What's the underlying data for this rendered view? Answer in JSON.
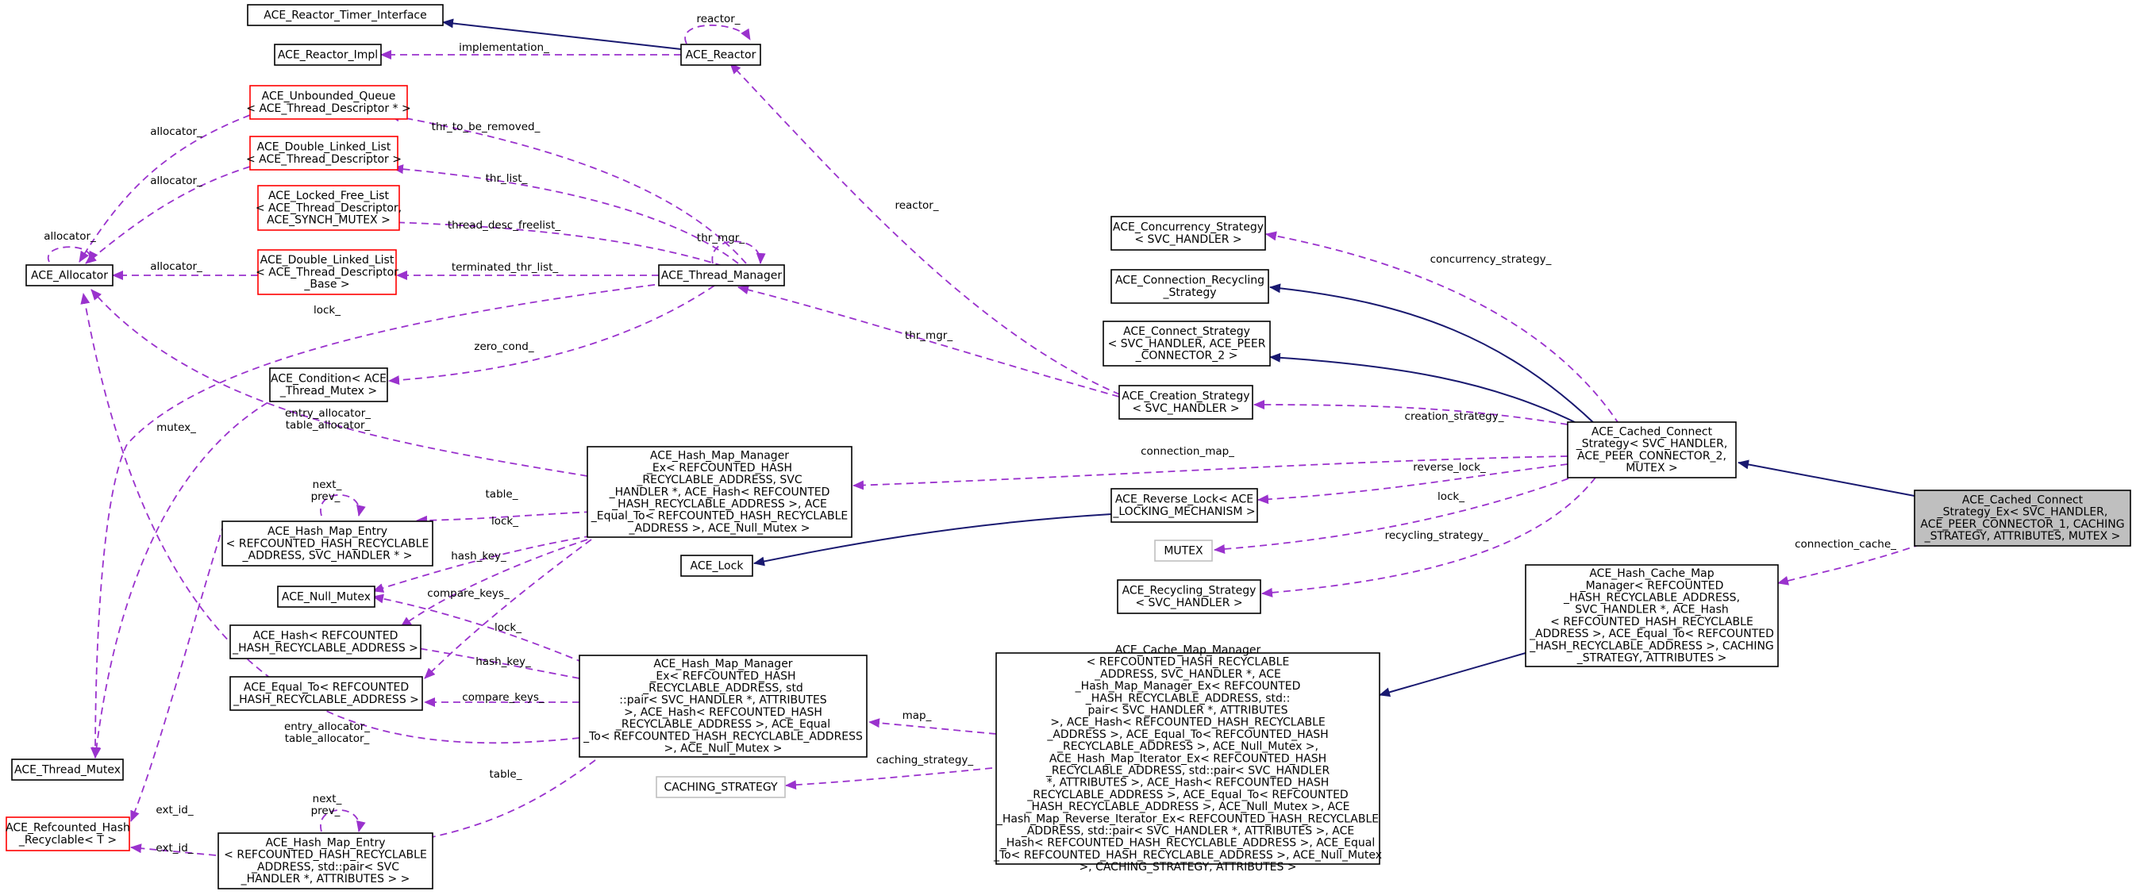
{
  "colors": {
    "node_border": "#000000",
    "template_border": "#ff0000",
    "external_border": "#bfbfbf",
    "focus_fill": "#bfbfbf",
    "inherit_edge": "#191970",
    "usage_edge": "#9a32cd"
  },
  "nodes": [
    {
      "id": "timer_iface",
      "name": "ACE_Reactor_Timer_Interface",
      "lines": [
        "ACE_Reactor_Timer_Interface"
      ],
      "style": "normal"
    },
    {
      "id": "reactor_impl",
      "name": "ACE_Reactor_Impl",
      "lines": [
        "ACE_Reactor_Impl"
      ],
      "style": "normal"
    },
    {
      "id": "reactor",
      "name": "ACE_Reactor",
      "lines": [
        "ACE_Reactor"
      ],
      "style": "normal"
    },
    {
      "id": "unbounded_queue",
      "name": "ACE_Unbounded_Queue",
      "lines": [
        "ACE_Unbounded_Queue",
        "< ACE_Thread_Descriptor * >"
      ],
      "style": "template"
    },
    {
      "id": "dll_td",
      "name": "ACE_Double_Linked_List thread descriptor",
      "lines": [
        "ACE_Double_Linked_List",
        "< ACE_Thread_Descriptor >"
      ],
      "style": "template"
    },
    {
      "id": "locked_free_list",
      "name": "ACE_Locked_Free_List",
      "lines": [
        "ACE_Locked_Free_List",
        "< ACE_Thread_Descriptor,",
        "ACE_SYNCH_MUTEX >"
      ],
      "style": "template"
    },
    {
      "id": "dll_tdb",
      "name": "ACE_Double_Linked_List thread descriptor base",
      "lines": [
        "ACE_Double_Linked_List",
        "< ACE_Thread_Descriptor",
        "_Base >"
      ],
      "style": "template"
    },
    {
      "id": "allocator",
      "name": "ACE_Allocator",
      "lines": [
        "ACE_Allocator"
      ],
      "style": "normal"
    },
    {
      "id": "thread_manager",
      "name": "ACE_Thread_Manager",
      "lines": [
        "ACE_Thread_Manager"
      ],
      "style": "normal"
    },
    {
      "id": "condition",
      "name": "ACE_Condition",
      "lines": [
        "ACE_Condition< ACE",
        "_Thread_Mutex >"
      ],
      "style": "normal"
    },
    {
      "id": "thread_mutex",
      "name": "ACE_Thread_Mutex",
      "lines": [
        "ACE_Thread_Mutex"
      ],
      "style": "normal"
    },
    {
      "id": "concurrency_strategy",
      "name": "ACE_Concurrency_Strategy",
      "lines": [
        "ACE_Concurrency_Strategy",
        "< SVC_HANDLER >"
      ],
      "style": "normal"
    },
    {
      "id": "conn_recycling_strategy",
      "name": "ACE_Connection_Recycling_Strategy",
      "lines": [
        "ACE_Connection_Recycling",
        "_Strategy"
      ],
      "style": "normal"
    },
    {
      "id": "connect_strategy",
      "name": "ACE_Connect_Strategy",
      "lines": [
        "ACE_Connect_Strategy",
        "< SVC_HANDLER, ACE_PEER",
        "_CONNECTOR_2 >"
      ],
      "style": "normal"
    },
    {
      "id": "creation_strategy",
      "name": "ACE_Creation_Strategy",
      "lines": [
        "ACE_Creation_Strategy",
        "< SVC_HANDLER >"
      ],
      "style": "normal"
    },
    {
      "id": "cached_connect",
      "name": "ACE_Cached_Connect_Strategy",
      "lines": [
        "ACE_Cached_Connect",
        "_Strategy< SVC_HANDLER,",
        "ACE_PEER_CONNECTOR_2,",
        "MUTEX >"
      ],
      "style": "normal"
    },
    {
      "id": "cached_connect_ex",
      "name": "ACE_Cached_Connect_Strategy_Ex",
      "lines": [
        "ACE_Cached_Connect",
        "_Strategy_Ex< SVC_HANDLER,",
        "ACE_PEER_CONNECTOR_1, CACHING",
        "_STRATEGY, ATTRIBUTES, MUTEX >"
      ],
      "style": "focus"
    },
    {
      "id": "hmm_svc",
      "name": "ACE_Hash_Map_Manager_Ex svc handler",
      "lines": [
        "ACE_Hash_Map_Manager",
        "_Ex< REFCOUNTED_HASH",
        "_RECYCLABLE_ADDRESS, SVC",
        "_HANDLER *, ACE_Hash< REFCOUNTED",
        "_HASH_RECYCLABLE_ADDRESS >, ACE",
        "_Equal_To< REFCOUNTED_HASH_RECYCLABLE",
        "_ADDRESS >, ACE_Null_Mutex >"
      ],
      "style": "normal"
    },
    {
      "id": "reverse_lock",
      "name": "ACE_Reverse_Lock",
      "lines": [
        "ACE_Reverse_Lock< ACE",
        "_LOCKING_MECHANISM >"
      ],
      "style": "normal"
    },
    {
      "id": "lock",
      "name": "ACE_Lock",
      "lines": [
        "ACE_Lock"
      ],
      "style": "normal"
    },
    {
      "id": "mutex",
      "name": "MUTEX",
      "lines": [
        "MUTEX"
      ],
      "style": "external"
    },
    {
      "id": "recycling_strategy",
      "name": "ACE_Recycling_Strategy",
      "lines": [
        "ACE_Recycling_Strategy",
        "< SVC_HANDLER >"
      ],
      "style": "normal"
    },
    {
      "id": "hme_svc",
      "name": "ACE_Hash_Map_Entry svc handler",
      "lines": [
        "ACE_Hash_Map_Entry",
        "< REFCOUNTED_HASH_RECYCLABLE",
        "_ADDRESS, SVC_HANDLER * >"
      ],
      "style": "normal"
    },
    {
      "id": "null_mutex",
      "name": "ACE_Null_Mutex",
      "lines": [
        "ACE_Null_Mutex"
      ],
      "style": "normal"
    },
    {
      "id": "hash",
      "name": "ACE_Hash",
      "lines": [
        "ACE_Hash< REFCOUNTED",
        "_HASH_RECYCLABLE_ADDRESS >"
      ],
      "style": "normal"
    },
    {
      "id": "equal_to",
      "name": "ACE_Equal_To",
      "lines": [
        "ACE_Equal_To< REFCOUNTED",
        "_HASH_RECYCLABLE_ADDRESS >"
      ],
      "style": "normal"
    },
    {
      "id": "hmm_pair",
      "name": "ACE_Hash_Map_Manager_Ex pair",
      "lines": [
        "ACE_Hash_Map_Manager",
        "_Ex< REFCOUNTED_HASH",
        "_RECYCLABLE_ADDRESS, std",
        "::pair< SVC_HANDLER *, ATTRIBUTES",
        ">, ACE_Hash< REFCOUNTED_HASH",
        "_RECYCLABLE_ADDRESS >, ACE_Equal",
        "_To< REFCOUNTED_HASH_RECYCLABLE_ADDRESS",
        ">, ACE_Null_Mutex >"
      ],
      "style": "normal"
    },
    {
      "id": "caching_strategy",
      "name": "CACHING_STRATEGY",
      "lines": [
        "CACHING_STRATEGY"
      ],
      "style": "external"
    },
    {
      "id": "cache_map_manager",
      "name": "ACE_Cache_Map_Manager",
      "lines": [
        "ACE_Cache_Map_Manager",
        "< REFCOUNTED_HASH_RECYCLABLE",
        "_ADDRESS, SVC_HANDLER *, ACE",
        "_Hash_Map_Manager_Ex< REFCOUNTED",
        "_HASH_RECYCLABLE_ADDRESS, std::",
        "pair< SVC_HANDLER *, ATTRIBUTES",
        ">, ACE_Hash< REFCOUNTED_HASH_RECYCLABLE",
        "_ADDRESS >, ACE_Equal_To< REFCOUNTED_HASH",
        "_RECYCLABLE_ADDRESS >, ACE_Null_Mutex >,",
        "ACE_Hash_Map_Iterator_Ex< REFCOUNTED_HASH",
        "_RECYCLABLE_ADDRESS, std::pair< SVC_HANDLER",
        "*, ATTRIBUTES >, ACE_Hash< REFCOUNTED_HASH",
        "_RECYCLABLE_ADDRESS >, ACE_Equal_To< REFCOUNTED",
        "_HASH_RECYCLABLE_ADDRESS >, ACE_Null_Mutex >, ACE",
        "_Hash_Map_Reverse_Iterator_Ex< REFCOUNTED_HASH_RECYCLABLE",
        "_ADDRESS, std::pair< SVC_HANDLER *, ATTRIBUTES >, ACE",
        "_Hash< REFCOUNTED_HASH_RECYCLABLE_ADDRESS >, ACE_Equal",
        "_To< REFCOUNTED_HASH_RECYCLABLE_ADDRESS >, ACE_Null_Mutex",
        ">, CACHING_STRATEGY, ATTRIBUTES >"
      ],
      "style": "normal"
    },
    {
      "id": "hash_cache_map",
      "name": "ACE_Hash_Cache_Map_Manager",
      "lines": [
        "ACE_Hash_Cache_Map",
        "_Manager< REFCOUNTED",
        "_HASH_RECYCLABLE_ADDRESS,",
        "SVC_HANDLER *, ACE_Hash",
        "< REFCOUNTED_HASH_RECYCLABLE",
        "_ADDRESS >, ACE_Equal_To< REFCOUNTED",
        "_HASH_RECYCLABLE_ADDRESS >, CACHING",
        "_STRATEGY, ATTRIBUTES >"
      ],
      "style": "normal"
    },
    {
      "id": "refcounted_hash",
      "name": "ACE_Refcounted_Hash_Recyclable",
      "lines": [
        "ACE_Refcounted_Hash",
        "_Recyclable< T >"
      ],
      "style": "template"
    },
    {
      "id": "hme_pair",
      "name": "ACE_Hash_Map_Entry pair",
      "lines": [
        "ACE_Hash_Map_Entry",
        "< REFCOUNTED_HASH_RECYCLABLE",
        "_ADDRESS, std::pair< SVC",
        "_HANDLER *, ATTRIBUTES > >"
      ],
      "style": "normal"
    }
  ],
  "edge_labels": [
    {
      "id": "lbl_reactor_top",
      "text": "reactor_"
    },
    {
      "id": "lbl_implementation",
      "text": "implementation_"
    },
    {
      "id": "lbl_allocator_1",
      "text": "allocator_"
    },
    {
      "id": "lbl_allocator_2",
      "text": "allocator_"
    },
    {
      "id": "lbl_allocator_self",
      "text": "allocator_"
    },
    {
      "id": "lbl_allocator_3",
      "text": "allocator_"
    },
    {
      "id": "lbl_thr_to_be_removed",
      "text": "thr_to_be_removed_"
    },
    {
      "id": "lbl_thr_list",
      "text": "thr_list_"
    },
    {
      "id": "lbl_thread_desc_freelist",
      "text": "thread_desc_freelist_"
    },
    {
      "id": "lbl_terminated_thr_list",
      "text": "terminated_thr_list_"
    },
    {
      "id": "lbl_thr_mgr_self",
      "text": "thr_mgr_"
    },
    {
      "id": "lbl_lock_tm",
      "text": "lock_"
    },
    {
      "id": "lbl_zero_cond",
      "text": "zero_cond_"
    },
    {
      "id": "lbl_mutex",
      "text": "mutex_"
    },
    {
      "id": "lbl_entry_alloc_1",
      "text": "entry_allocator_"
    },
    {
      "id": "lbl_table_alloc_1",
      "text": "table_allocator_"
    },
    {
      "id": "lbl_reactor_mid",
      "text": "reactor_"
    },
    {
      "id": "lbl_thr_mgr",
      "text": "thr_mgr_"
    },
    {
      "id": "lbl_concurrency_strategy",
      "text": "concurrency_strategy_"
    },
    {
      "id": "lbl_creation_strategy",
      "text": "creation_strategy_"
    },
    {
      "id": "lbl_connection_map",
      "text": "connection_map_"
    },
    {
      "id": "lbl_reverse_lock",
      "text": "reverse_lock_"
    },
    {
      "id": "lbl_lock_mutex",
      "text": "lock_"
    },
    {
      "id": "lbl_recycling_strategy",
      "text": "recycling_strategy_"
    },
    {
      "id": "lbl_connection_cache",
      "text": "connection_cache_"
    },
    {
      "id": "lbl_next_1",
      "text": "next_"
    },
    {
      "id": "lbl_prev_1",
      "text": "prev_"
    },
    {
      "id": "lbl_table_1",
      "text": "table_"
    },
    {
      "id": "lbl_lock_1",
      "text": "lock_"
    },
    {
      "id": "lbl_hash_key_1",
      "text": "hash_key_"
    },
    {
      "id": "lbl_compare_keys_1",
      "text": "compare_keys_"
    },
    {
      "id": "lbl_lock_2",
      "text": "lock_"
    },
    {
      "id": "lbl_hash_key_2",
      "text": "hash_key_"
    },
    {
      "id": "lbl_compare_keys_2",
      "text": "compare_keys_"
    },
    {
      "id": "lbl_entry_alloc_2",
      "text": "entry_allocator_"
    },
    {
      "id": "lbl_table_alloc_2",
      "text": "table_allocator_"
    },
    {
      "id": "lbl_map",
      "text": "map_"
    },
    {
      "id": "lbl_caching_strategy",
      "text": "caching_strategy_"
    },
    {
      "id": "lbl_ext_id_1",
      "text": "ext_id_"
    },
    {
      "id": "lbl_ext_id_2",
      "text": "ext_id_"
    },
    {
      "id": "lbl_table_2",
      "text": "table_"
    },
    {
      "id": "lbl_next_2",
      "text": "next_"
    },
    {
      "id": "lbl_prev_2",
      "text": "prev_"
    }
  ]
}
